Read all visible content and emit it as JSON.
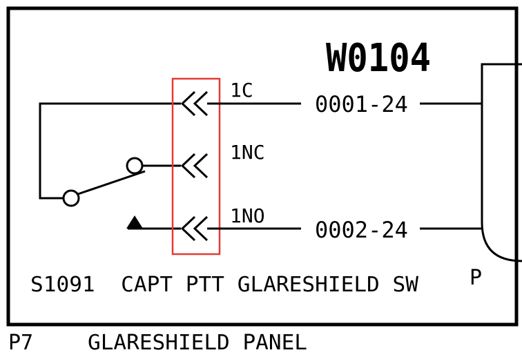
{
  "diagram": {
    "harness_id": "W0104",
    "pins": [
      {
        "pin": "1C",
        "wire": "0001-24"
      },
      {
        "pin": "1NC",
        "wire": ""
      },
      {
        "pin": "1NO",
        "wire": "0002-24"
      }
    ],
    "switch_label": "S1091  CAPT PTT GLARESHIELD SW",
    "plug_label": "P",
    "panel_ref": "P7",
    "panel_label": "GLARESHIELD PANEL",
    "colors": {
      "line": "#000000",
      "highlight": "#e53935",
      "background": "#ffffff"
    }
  }
}
